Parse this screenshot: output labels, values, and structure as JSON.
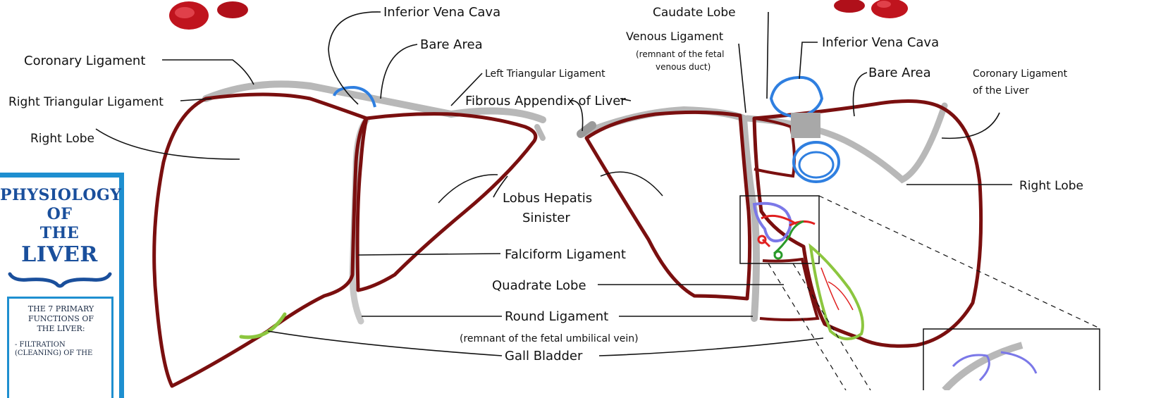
{
  "labels": {
    "ivc_left": "Inferior Vena Cava",
    "bare_area_left": "Bare Area",
    "coronary_ligament": "Coronary Ligament",
    "right_triangular_ligament": "Right Triangular Ligament",
    "right_lobe_left": "Right Lobe",
    "left_triangular_ligament": "Left Triangular Ligament",
    "fibrous_appendix": "Fibrous Appendix of Liver",
    "caudate_lobe": "Caudate Lobe",
    "venous_ligament": "Venous Ligament",
    "venous_ligament_note_1": "(remnant of the fetal",
    "venous_ligament_note_2": "venous duct)",
    "ivc_right": "Inferior Vena Cava",
    "bare_area_right": "Bare Area",
    "coronary_ligament_liver_1": "Coronary Ligament",
    "coronary_ligament_liver_2": "of the Liver",
    "lobus_hepatis_1": "Lobus Hepatis",
    "lobus_hepatis_2": "Sinister",
    "right_lobe_right": "Right Lobe",
    "falciform_ligament": "Falciform Ligament",
    "quadrate_lobe": "Quadrate Lobe",
    "round_ligament": "Round Ligament",
    "round_ligament_note": "(remnant of the fetal umbilical vein)",
    "gall_bladder": "Gall Bladder"
  },
  "poster": {
    "title_1": "PHYSIOLOGY",
    "title_2": "OF",
    "title_3": "THE",
    "title_4": "LIVER",
    "functions_heading_1": "THE 7 PRIMARY",
    "functions_heading_2": "FUNCTIONS OF",
    "functions_heading_3": "THE LIVER:",
    "function_1a": "- FILTRATION",
    "function_1b": "(CLEANING) OF THE"
  },
  "colors": {
    "liver_outline": "#7a0f0f",
    "ligament_grey": "#b8b8b8",
    "vessel_blue": "#2f7fe0",
    "gall_bladder_green": "#8cc63f",
    "artery_red": "#e02020",
    "portal_vein_purple": "#7b78e8",
    "poster_blue": "#1e8fd0",
    "poster_title": "#1a4f9c",
    "blood_cell_red": "#c0141e"
  }
}
